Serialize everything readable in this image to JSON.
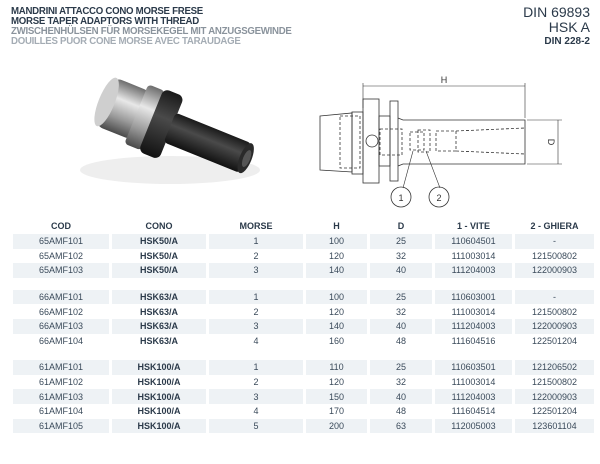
{
  "header": {
    "title_it": "MANDRINI ATTACCO CONO MORSE FRESE",
    "title_en": "MORSE TAPER ADAPTORS WITH THREAD",
    "title_de": "ZWISCHENHÜLSEN FÜR MORSEKEGEL MIT ANZUGSGEWINDE",
    "title_fr": "DOUILLES PUOR CONE MORSE AVEC TARAUDAGE",
    "standard": "DIN 69893",
    "type": "HSK A",
    "standard2": "DIN 228-2"
  },
  "drawing": {
    "dim_h": "H",
    "dim_d": "D",
    "callout_1": "1",
    "callout_2": "2"
  },
  "table": {
    "columns": [
      "COD",
      "CONO",
      "MORSE",
      "H",
      "D",
      "1 - VITE",
      "2 - GHIERA"
    ],
    "groups": [
      [
        [
          "65AMF101",
          "HSK50/A",
          "1",
          "100",
          "25",
          "110604501",
          "-"
        ],
        [
          "65AMF102",
          "HSK50/A",
          "2",
          "120",
          "32",
          "111003014",
          "121500802"
        ],
        [
          "65AMF103",
          "HSK50/A",
          "3",
          "140",
          "40",
          "111204003",
          "122000903"
        ]
      ],
      [
        [
          "66AMF101",
          "HSK63/A",
          "1",
          "100",
          "25",
          "110603001",
          "-"
        ],
        [
          "66AMF102",
          "HSK63/A",
          "2",
          "120",
          "32",
          "111003014",
          "121500802"
        ],
        [
          "66AMF103",
          "HSK63/A",
          "3",
          "140",
          "40",
          "111204003",
          "122000903"
        ],
        [
          "66AMF104",
          "HSK63/A",
          "4",
          "160",
          "48",
          "111604516",
          "122501204"
        ]
      ],
      [
        [
          "61AMF101",
          "HSK100/A",
          "1",
          "110",
          "25",
          "110603501",
          "121206502"
        ],
        [
          "61AMF102",
          "HSK100/A",
          "2",
          "120",
          "32",
          "111003014",
          "121500802"
        ],
        [
          "61AMF103",
          "HSK100/A",
          "3",
          "150",
          "40",
          "111204003",
          "122000903"
        ],
        [
          "61AMF104",
          "HSK100/A",
          "4",
          "170",
          "48",
          "111604514",
          "122501204"
        ],
        [
          "61AMF105",
          "HSK100/A",
          "5",
          "200",
          "63",
          "112005003",
          "123601104"
        ]
      ]
    ]
  }
}
